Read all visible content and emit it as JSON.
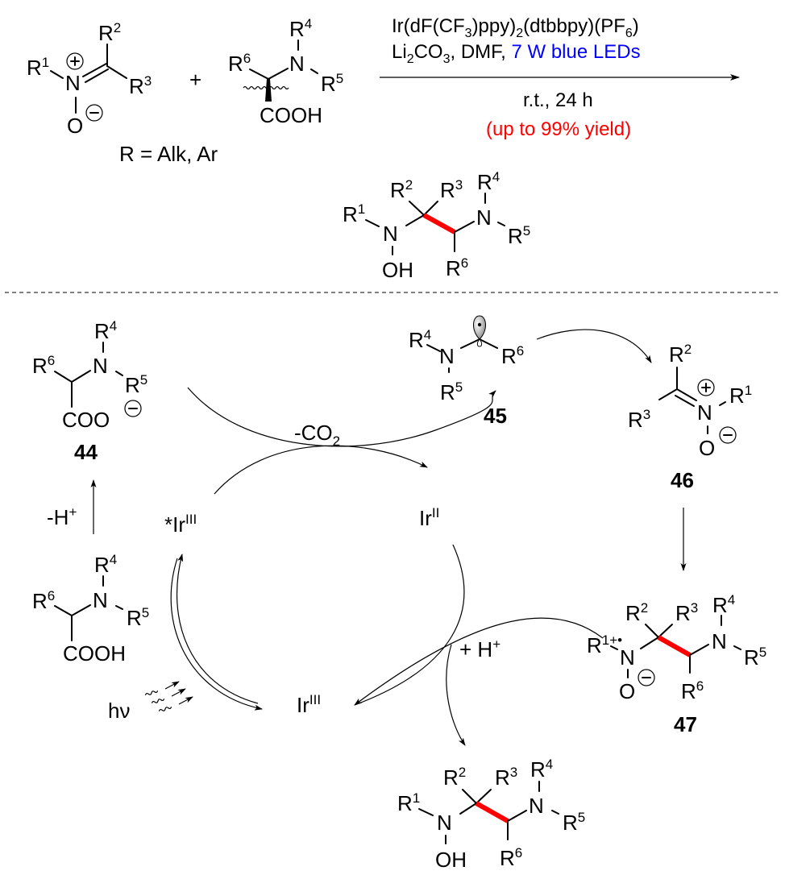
{
  "scheme": {
    "reactant1": {
      "labels": {
        "r1": "R",
        "r1_sup": "1",
        "r2": "R",
        "r2_sup": "2",
        "r3": "R",
        "r3_sup": "3",
        "n": "N",
        "o": "O"
      },
      "charges": {
        "n": "+",
        "o": "−"
      },
      "note": "R = Alk, Ar"
    },
    "plus": "+",
    "reactant2": {
      "labels": {
        "r4": "R",
        "r4_sup": "4",
        "r5": "R",
        "r5_sup": "5",
        "r6": "R",
        "r6_sup": "6",
        "n": "N",
        "cooh": "COOH"
      }
    },
    "conditions": {
      "line1_a": "Ir(dF(CF",
      "line1_sub1": "3",
      "line1_b": ")ppy)",
      "line1_sub2": "2",
      "line1_c": "(dtbbpy)(PF",
      "line1_sub3": "6",
      "line1_d": ")",
      "line2_a": "Li",
      "line2_sub1": "2",
      "line2_b": "CO",
      "line2_sub2": "3",
      "line2_c": ", DMF, ",
      "line2_blue": "7 W blue LEDs",
      "line3": "r.t., 24 h",
      "line4_red": "(up to 99% yield)",
      "colors": {
        "blue": "#0000ff",
        "red": "#ff0000"
      }
    },
    "product": {
      "labels": {
        "r1": "R",
        "r1_sup": "1",
        "r2": "R",
        "r2_sup": "2",
        "r3": "R",
        "r3_sup": "3",
        "r4": "R",
        "r4_sup": "4",
        "r5": "R",
        "r5_sup": "5",
        "r6": "R",
        "r6_sup": "6",
        "n1": "N",
        "oh": "OH",
        "n2": "N"
      },
      "new_bond_color": "#ff0000"
    }
  },
  "mechanism": {
    "c44": {
      "id": "44",
      "coo": "COO",
      "charge": "−",
      "labels": {
        "r4": "R",
        "r4_sup": "4",
        "r5": "R",
        "r5_sup": "5",
        "r6": "R",
        "r6_sup": "6",
        "n": "N"
      }
    },
    "c45": {
      "id": "45",
      "labels": {
        "r4": "R",
        "r4_sup": "4",
        "r5": "R",
        "r5_sup": "5",
        "r6": "R",
        "r6_sup": "6",
        "n": "N"
      }
    },
    "c46": {
      "id": "46",
      "labels": {
        "r1": "R",
        "r1_sup": "1",
        "r2": "R",
        "r2_sup": "2",
        "r3": "R",
        "r3_sup": "3",
        "n": "N",
        "o": "O"
      }
    },
    "c47": {
      "id": "47",
      "labels": {
        "r1": "R",
        "r1_sup": "1",
        "radical_cation": "+•",
        "r2": "R",
        "r2_sup": "2",
        "r3": "R",
        "r3_sup": "3",
        "r4": "R",
        "r4_sup": "4",
        "r5": "R",
        "r5_sup": "5",
        "r6": "R",
        "r6_sup": "6",
        "n1": "N",
        "n2": "N",
        "o": "O"
      }
    },
    "acid": {
      "labels": {
        "r4": "R",
        "r4_sup": "4",
        "r5": "R",
        "r5_sup": "5",
        "r6": "R",
        "r6_sup": "6",
        "n": "N",
        "cooh": "COOH"
      }
    },
    "final_product": {
      "labels": {
        "r1": "R",
        "r1_sup": "1",
        "r2": "R",
        "r2_sup": "2",
        "r3": "R",
        "r3_sup": "3",
        "r4": "R",
        "r4_sup": "4",
        "r5": "R",
        "r5_sup": "5",
        "r6": "R",
        "r6_sup": "6",
        "n1": "N",
        "oh": "OH",
        "n2": "N"
      }
    },
    "steps": {
      "minus_co2_a": "-CO",
      "minus_co2_sub": "2",
      "minus_h_a": "-H",
      "minus_h_sup": "+",
      "plus_h_a": "+ H",
      "plus_h_sup": "+",
      "hv": "hν"
    },
    "catalyst": {
      "excited_a": "*Ir",
      "excited_sup": "III",
      "reduced_a": "Ir",
      "reduced_sup": "II",
      "ground_a": "Ir",
      "ground_sup": "III"
    }
  }
}
